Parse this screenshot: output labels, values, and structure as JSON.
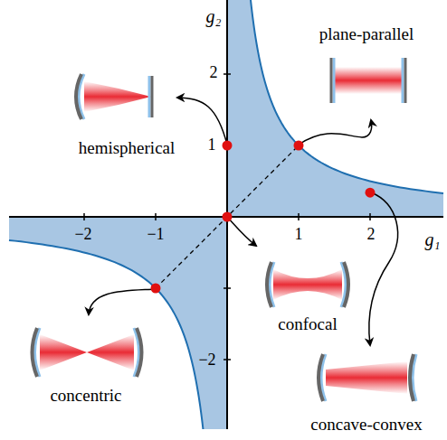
{
  "diagram": {
    "labels": [
      "g₂",
      "2",
      "1",
      "−2",
      "−2",
      "−1",
      "1",
      "2",
      "g₁",
      "hemispherical",
      "plane-parallel",
      "confocal",
      "concentric",
      "concave-convex"
    ]
  }
}
